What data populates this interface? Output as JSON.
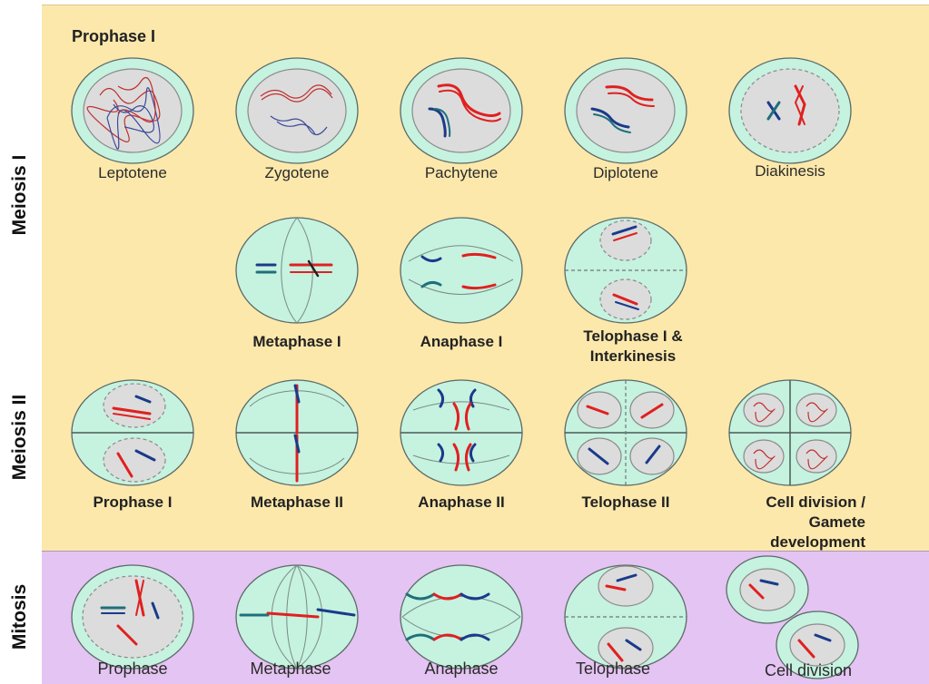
{
  "sections": {
    "meiosis_1": "Meiosis I",
    "meiosis_2": "Meiosis II",
    "mitosis": "Mitosis"
  },
  "prophase_heading": "Prophase I",
  "colors": {
    "meiosis_background": "#fce8ab",
    "mitosis_background": "#e4c4f2",
    "cell_cytoplasm": "#c6f2e0",
    "nucleus": "#dcdcdc",
    "chromosome_red": "#e02020",
    "chromosome_blue": "#1a3a8a"
  },
  "stages": {
    "leptotene": "Leptotene",
    "zygotene": "Zygotene",
    "pachytene": "Pachytene",
    "diplotene": "Diplotene",
    "diakinesis": "Diakinesis",
    "metaphase_1": "Metaphase I",
    "anaphase_1": "Anaphase I",
    "telophase_1": "Telophase I &\nInterkinesis",
    "prophase_1b": "Prophase I",
    "metaphase_2": "Metaphase II",
    "anaphase_2": "Anaphase II",
    "telophase_2": "Telophase II",
    "cell_division_gamete": "Cell division /\nGamete development",
    "prophase": "Prophase",
    "metaphase": "Metaphase",
    "anaphase": "Anaphase",
    "telophase": "Telophase",
    "cell_division": "Cell division"
  }
}
